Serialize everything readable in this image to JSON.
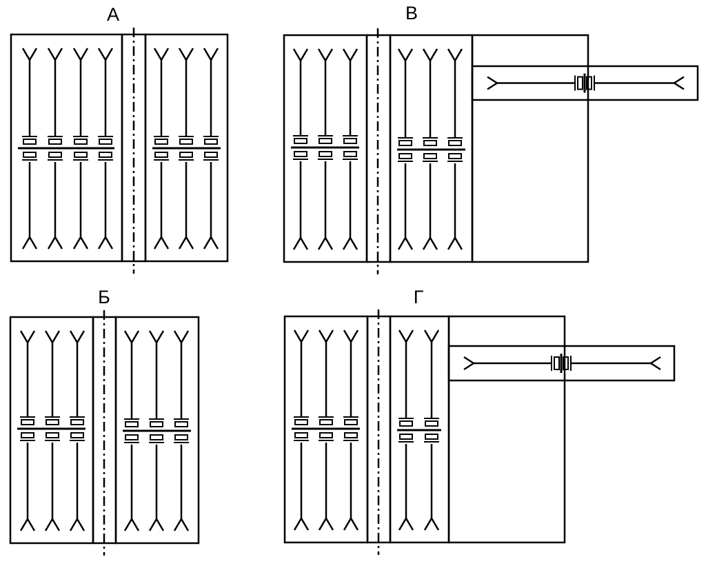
{
  "colors": {
    "stroke": "#000000",
    "background": "#ffffff"
  },
  "panels": [
    {
      "id": "a",
      "label": "А",
      "type": "double-wing",
      "left_columns": 4,
      "right_columns": 3,
      "has_side_element": false
    },
    {
      "id": "v",
      "label": "В",
      "type": "double-wing-with-side-bar",
      "left_columns": 3,
      "right_columns": 3,
      "has_side_element": true
    },
    {
      "id": "b",
      "label": "Б",
      "type": "double-wing",
      "left_columns": 3,
      "right_columns": 3,
      "has_side_element": false
    },
    {
      "id": "g",
      "label": "Г",
      "type": "double-wing-with-side-bar",
      "left_columns": 3,
      "right_columns": 2,
      "has_side_element": true
    }
  ]
}
